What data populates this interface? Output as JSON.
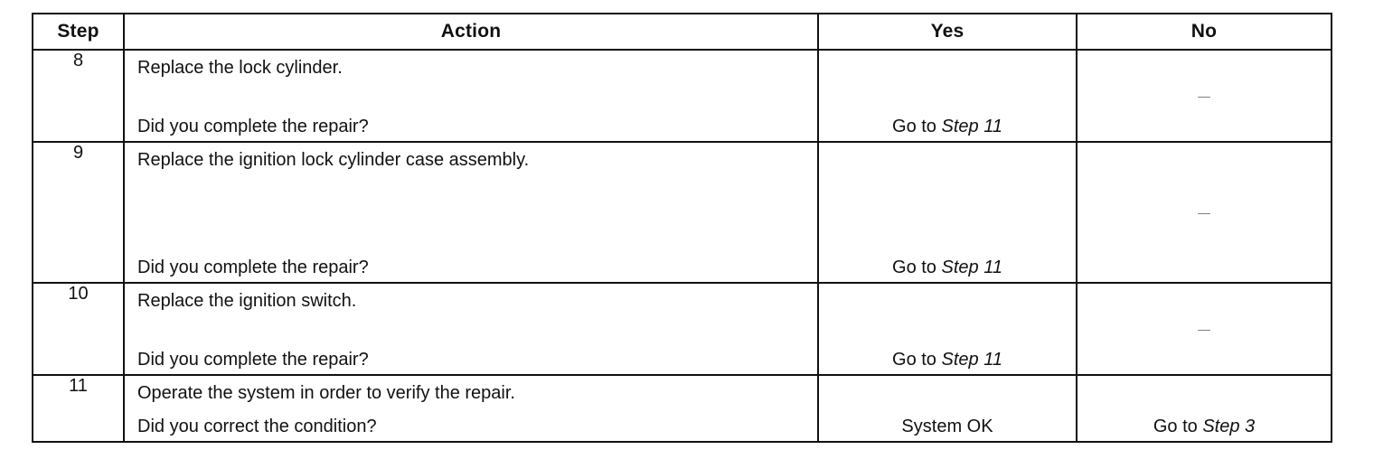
{
  "table": {
    "headers": {
      "step": "Step",
      "action": "Action",
      "yes": "Yes",
      "no": "No"
    },
    "rows": [
      {
        "step": "8",
        "action_instruction": "Replace the lock cylinder.",
        "action_question": "Did you complete the repair?",
        "yes_prefix": "Go to ",
        "yes_step": "Step 11",
        "no_text": "—"
      },
      {
        "step": "9",
        "action_instruction": "Replace the ignition lock cylinder case assembly.",
        "action_question": "Did you complete the repair?",
        "yes_prefix": "Go to ",
        "yes_step": "Step 11",
        "no_text": "—"
      },
      {
        "step": "10",
        "action_instruction": "Replace the ignition switch.",
        "action_question": "Did you complete the repair?",
        "yes_prefix": "Go to ",
        "yes_step": "Step 11",
        "no_text": "—"
      },
      {
        "step": "11",
        "action_instruction": "Operate the system in order to verify the repair.",
        "action_question": "Did you correct the condition?",
        "yes_text": "System OK",
        "no_prefix": "Go to ",
        "no_step": "Step 3"
      }
    ]
  }
}
